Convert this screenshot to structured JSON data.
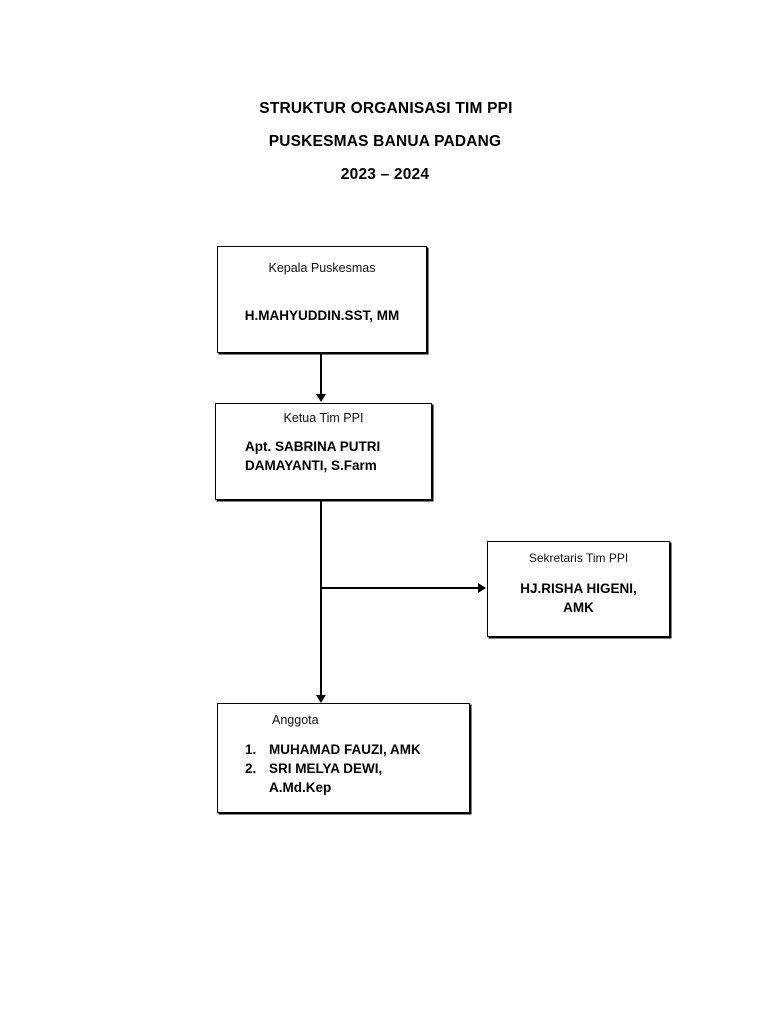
{
  "document": {
    "title_lines": [
      "STRUKTUR ORGANISASI TIM PPI",
      "PUSKESMAS BANUA PADANG",
      "2023 – 2024"
    ]
  },
  "chart_data": {
    "type": "diagram",
    "title": "STRUKTUR ORGANISASI TIM PPI PUSKESMAS BANUA PADANG 2023 – 2024",
    "nodes": [
      {
        "id": "kepala",
        "role": "Kepala Puskesmas",
        "name": "H.MAHYUDDIN.SST, MM"
      },
      {
        "id": "ketua",
        "role": "Ketua Tim PPI",
        "name": "Apt. SABRINA PUTRI\nDAMAYANTI, S.Farm"
      },
      {
        "id": "sekretaris",
        "role": "Sekretaris Tim PPI",
        "name": "HJ.RISHA HIGENI,\nAMK"
      },
      {
        "id": "anggota",
        "role": "Anggota",
        "members": [
          {
            "num": "1.",
            "name": "MUHAMAD FAUZI, AMK"
          },
          {
            "num": "2.",
            "name": "SRI MELYA DEWI,\nA.Md.Kep"
          }
        ]
      }
    ],
    "edges": [
      {
        "from": "kepala",
        "to": "ketua",
        "style": "arrow-down"
      },
      {
        "from": "ketua",
        "to": "sekretaris",
        "style": "arrow-right"
      },
      {
        "from": "ketua",
        "to": "anggota",
        "style": "arrow-down"
      }
    ]
  },
  "nodes": {
    "kepala": {
      "role": "Kepala Puskesmas",
      "name": "H.MAHYUDDIN.SST, MM"
    },
    "ketua": {
      "role": "Ketua Tim PPI",
      "name": "Apt. SABRINA PUTRI\nDAMAYANTI, S.Farm"
    },
    "sekretaris": {
      "role": "Sekretaris Tim PPI",
      "name": "HJ.RISHA HIGENI,\nAMK"
    },
    "anggota": {
      "role": "Anggota",
      "members": [
        {
          "num": "1.",
          "name": "MUHAMAD FAUZI, AMK"
        },
        {
          "num": "2.",
          "name": "SRI MELYA DEWI,\nA.Md.Kep"
        }
      ]
    }
  },
  "colors": {
    "page_background": "#ffffff",
    "text": "#000000",
    "role_text": "#111111",
    "box_border": "#000000",
    "connector": "#000000"
  }
}
